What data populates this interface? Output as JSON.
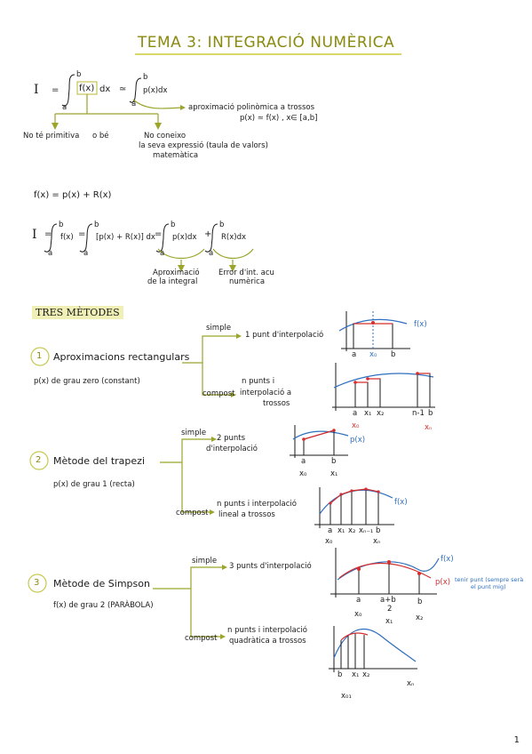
{
  "title": "TEMA 3: INTEGRACIÓ NUMÈRICA",
  "intro": {
    "I": "I",
    "eq": "=",
    "fx_box": "f(x)",
    "dx": "dx",
    "approx": "≃",
    "px_dx": "p(x)dx",
    "lim_b": "b",
    "lim_a": "a",
    "approx_note_1": "aproximació polinòmica a trossos",
    "approx_note_2": "p(x) ≃ f(x) , x∈ [a,b]",
    "no_primitive": "No té primitiva",
    "or": "o bé",
    "no_expression_1": "No coneixo",
    "no_expression_2": "la seva expressió (taula de valors)",
    "no_expression_3": "matemàtica"
  },
  "decomp": {
    "line1": "f(x) = p(x) + R(x)",
    "I": "I",
    "eq1": "=",
    "f_dx": "f(x)",
    "eq2": "=",
    "bracket": "[p(x) + R(x)] dx",
    "eq3": "=",
    "p_dx": "p(x)dx",
    "plus": "+",
    "r_dx": "R(x)dx",
    "lim_b": "b",
    "lim_a": "a",
    "label_aprox_1": "Aproximació",
    "label_aprox_2": "de la integral",
    "label_error_1": "Error d'int. acu",
    "label_error_2": "numèrica"
  },
  "section_title": "TRES MÈTODES",
  "methods": [
    {
      "num": "1",
      "name": "Aproximacions rectangulars",
      "degree": "p(x) de grau zero (constant)",
      "simple_label": "simple",
      "simple_desc": "1 punt d'interpolació",
      "composite_label": "compost",
      "composite_desc_1": "n punts i",
      "composite_desc_2": "interpolació a",
      "composite_desc_3": "trossos"
    },
    {
      "num": "2",
      "name": "Mètode del trapezi",
      "degree": "p(x) de grau 1 (recta)",
      "simple_label": "simple",
      "simple_desc_1": "2 punts",
      "simple_desc_2": "d'interpolació",
      "composite_label": "compost",
      "composite_desc_1": "n punts i interpolació",
      "composite_desc_2": "lineal a trossos"
    },
    {
      "num": "3",
      "name": "Mètode de Simpson",
      "degree": "f(x) de grau 2 (PARÀBOLA)",
      "simple_label": "simple",
      "simple_desc": "3 punts d'interpolació",
      "composite_label": "compost",
      "composite_desc_1": "n punts i interpolació",
      "composite_desc_2": "quadràtica a trossos"
    }
  ],
  "graphs": {
    "g1_fx": "f(x)",
    "g1_a": "a",
    "g1_x0": "x₀",
    "g1_b": "b",
    "g2_a": "a",
    "g2_x1": "x₁",
    "g2_x2": "x₂",
    "g2_n1": "n-1",
    "g2_b": "b",
    "g2_x0": "x₀",
    "g2_xn": "xₙ",
    "g3_px": "p(x)",
    "g3_a": "a",
    "g3_b": "b",
    "g3_x0": "x₀",
    "g3_x1": "x₁",
    "g4_fx": "f(x)",
    "g4_a": "a",
    "g4_x1": "x₁",
    "g4_x2": "x₂",
    "g4_xn1": "xₙ₋₁",
    "g4_b": "b",
    "g4_x0": "x₀",
    "g4_xn": "xₙ",
    "g5_fx": "f(x)",
    "g5_px": "p(x)",
    "g5_note_1": "tenir punt (sempre serà",
    "g5_note_2": "el punt mig)",
    "g5_a": "a",
    "g5_mid": "a+b",
    "g5_mid2": "2",
    "g5_b": "b",
    "g5_x0": "x₀",
    "g5_x1": "x₁",
    "g5_x2": "x₂",
    "g6_b": "b",
    "g6_x1": "x₁",
    "g6_x2": "x₂",
    "g6_xn": "xₙ",
    "g6_x0": "x₀₁"
  },
  "page_number": "1",
  "colors": {
    "accent": "#8a8a10",
    "highlight": "#efefb6",
    "arrow": "#9aa52a",
    "red": "#d42e2e",
    "blue": "#2e6fbf"
  }
}
